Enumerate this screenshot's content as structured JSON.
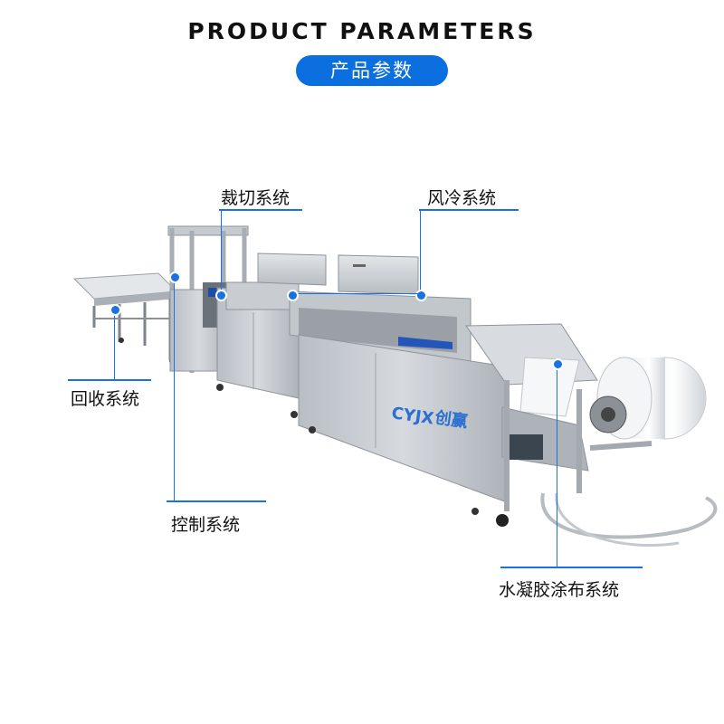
{
  "header": {
    "title": "PRODUCT PARAMETERS",
    "subtitle": "产品参数"
  },
  "brand": {
    "logo_text": "CYJX",
    "logo_cn": "创赢"
  },
  "callouts": {
    "cutting": "裁切系统",
    "air_cooling": "风冷系统",
    "recycling": "回收系统",
    "control": "控制系统",
    "hydrogel_coating": "水凝胶涂布系统"
  },
  "colors": {
    "accent": "#0b6fe0",
    "line": "#1a72e0",
    "text": "#111111"
  }
}
